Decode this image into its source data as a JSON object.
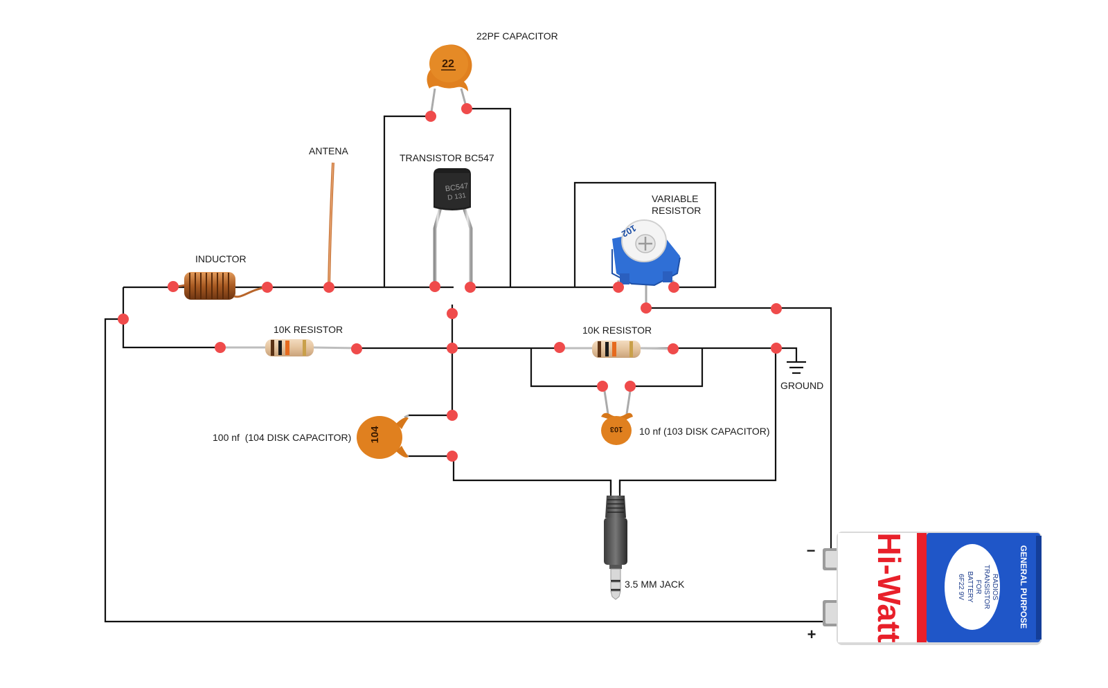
{
  "labels": {
    "capacitor_22pf": "22PF CAPACITOR",
    "antenna": "ANTENA",
    "transistor": "TRANSISTOR BC547",
    "variable_resistor_line1": "VARIABLE",
    "variable_resistor_line2": "RESISTOR",
    "inductor": "INDUCTOR",
    "resistor_left": "10K RESISTOR",
    "resistor_right": "10K RESISTOR",
    "ground": "GROUND",
    "cap_100nf": "100 nf  (104 DISK CAPACITOR)",
    "cap_10nf": "10 nf (103 DISK CAPACITOR)",
    "jack": "3.5 MM JACK",
    "battery_minus": "−",
    "battery_plus": "+"
  },
  "component_marks": {
    "cap_22pf_code": "22",
    "cap_104_code": "104",
    "cap_103_code": "103",
    "transistor_line1": "BC547",
    "transistor_line2": "D 131",
    "trimmer_code": "102"
  },
  "battery": {
    "brand": "Hi-Watt",
    "text_line1": "6F22 9V",
    "text_line2": "BATTERY",
    "text_line3": "FOR",
    "text_line4": "TRANSISTOR",
    "text_line5": "RADIOS",
    "side_text": "GENERAL PURPOSE"
  },
  "colors": {
    "junction": "#ef4b4b",
    "wire": "#111111",
    "disk_capacitor": "#e0801f",
    "battery_blue": "#1f56c8",
    "battery_red": "#e8202a",
    "trimmer_blue": "#2f6fd6",
    "copper": "#b8652a"
  }
}
